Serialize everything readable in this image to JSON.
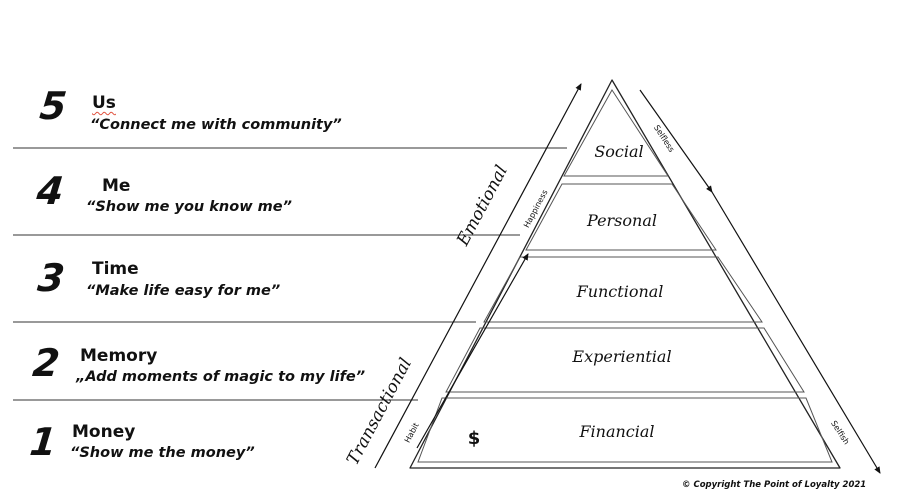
{
  "levels": [
    {
      "number": "5",
      "title": "Us",
      "quote": "“Connect me with community”"
    },
    {
      "number": "4",
      "title": "Me",
      "quote": "“Show me you know me”"
    },
    {
      "number": "3",
      "title": "Time",
      "quote": "“Make life easy for me”"
    },
    {
      "number": "2",
      "title": "Memory",
      "quote": "„Add moments of magic to my life”"
    },
    {
      "number": "1",
      "title": "Money",
      "quote": "“Show me the money”"
    }
  ],
  "pyramid": {
    "tiers": [
      "Social",
      "Personal",
      "Functional",
      "Experiential",
      "Financial"
    ],
    "financial_symbol": "$"
  },
  "axes": {
    "left_outer_upper": "Emotional",
    "left_outer_lower": "Transactional",
    "left_inner_upper": "Happiness",
    "left_inner_lower": "Habit",
    "right_upper": "Selfless",
    "right_lower": "Selfish"
  },
  "copyright": "© Copyright The Point of Loyalty 2021"
}
